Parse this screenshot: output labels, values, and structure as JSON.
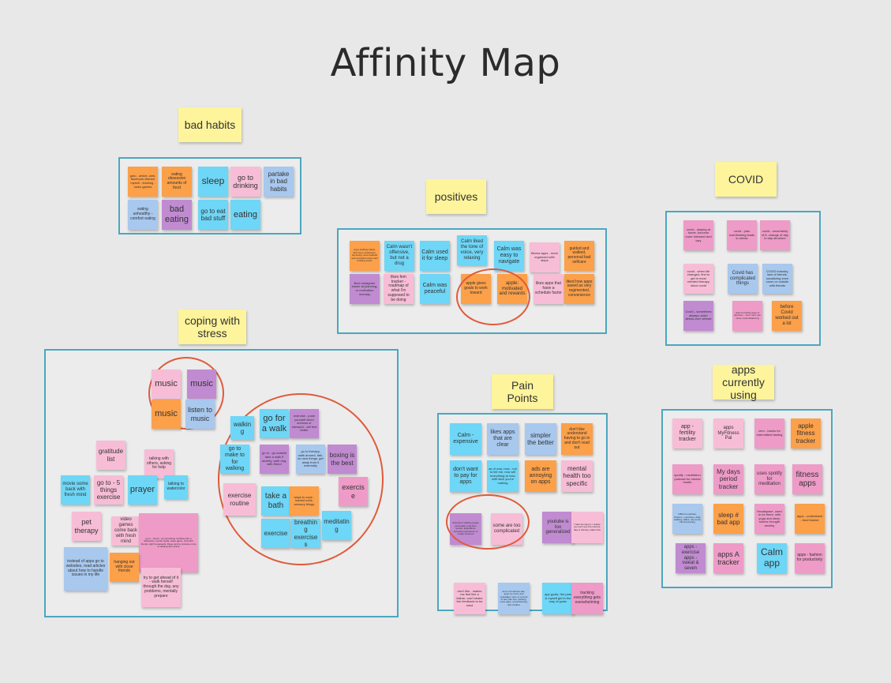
{
  "page": {
    "title": "Affinity Map"
  },
  "colors": {
    "frame": "#4aa7c0",
    "circle": "#e05a3a",
    "label": "#fdf49b",
    "orange": "#fca049",
    "blue": "#6ed6f6",
    "pink": "#f7bdd6",
    "purple": "#c08bd0",
    "lightblue": "#a8c8ee",
    "magenta": "#ee9bc8"
  },
  "groups": {
    "bad_habits": {
      "label": "bad habits",
      "notes": [
        "goto - article, web, facebook distract myself - thinking - video games",
        "eating obsessive amounts of food",
        "sleep",
        "go to drinking",
        "partake in bad habits",
        "eating unhealthy - comfort eating",
        "bad eating",
        "go to eat bad stuff",
        "eating"
      ]
    },
    "positives": {
      "label": "positives",
      "notes": [
        "enjoy building habits, with some assistance, becoming more habitual and reminders helps with building stress",
        "Calm wasn't offensive, but not a drug",
        "Calm used it for sleep",
        "Calm liked the tone of voice, very relaxing",
        "Calm was easy to navigate",
        "fitness apps - more organized with steps",
        "guided and walked, personal bad selfcare",
        "likes instagram easier at planning, or motivation monday",
        "likes fem tracker - roadmap of what I'm supposed to be doing",
        "Calm was peaceful",
        "apple gives goals to work toward",
        "apple: motivated and rewards",
        "likes apps that have a schedule factor",
        "liked how apps saved as very regimented, convenience"
      ]
    },
    "covid": {
      "label": "COVID",
      "notes": [
        "covid - staying at home, become more stressed and lazy",
        "covid - plan overthinking leads to stress",
        "covid - uncertainty of it, change of day to day structure",
        "covid - when life changed, find to get in most needed therapy since covid",
        "Covid has complicated things",
        "COVID industry, lack of friends, socializing even zoom or outside with friends",
        "Covid - sometimes always under stress over vehicle",
        "used to finding ways to destress - now I can't use since covid distancing",
        "before Covid worked out a lot"
      ]
    },
    "coping": {
      "label": "coping with stress",
      "notes": [
        "music",
        "music",
        "music",
        "listen to music",
        "walking",
        "go for a walk",
        "exercise - push yourself when anxious or stressed - will feel better",
        "gratitude list",
        "talking with others, asking for help",
        "go to - go outside take a walk if anxiety, walk dog, with friend",
        "go to therapy, walk around, talk, do new things, get away from it externally",
        "boxing is the best",
        "go to make to for walking",
        "movie some back with fresh mind",
        "go to - 5 things exercise",
        "prayer",
        "talking to watercolor",
        "exercise routine",
        "take a bath",
        "ways to cope - loaded code, sensory things",
        "exercise",
        "pet therapy",
        "video games come back with fresh mind",
        "go to - heard - do something mindless like a distraction, social media, video game, chat with friends, light housework, these tend to produce more of dealing with stress",
        "exercise",
        "breathing exercises",
        "meditating",
        "instead of apps go to websites, read articles about how to handle issues in my life",
        "hanging out with close friends",
        "try to get ahead of it - walk herself through the day, any problems, mentally prepare"
      ]
    },
    "pain_points": {
      "label": "Pain Points",
      "notes": [
        "Calm - expensive",
        "likes apps that are clear",
        "simpler the better",
        "don't like understand having to go in and don't read out",
        "don't want to pay for apps",
        "as of now, how - not to tell me, now will everything at now, with stick you're making",
        "ads are annoying on apps",
        "mental health too specific",
        "directions making people personally, long-time mentor, aspirations, schedule experience to create structure",
        "some are too complicated",
        "youtube is too generalized",
        "I hate the layout, I realize you can't see the content, take a therapy, adjust this",
        "don't like - makes me feel like a failure, can't shake the feedback to be mind",
        "don't suit without ads, apps no-mind, and nowadays more of a trend to feel, like lost, tracking, more apps, overwhelming, don't bother",
        "app goals, the past & myself get in the way of goals",
        "tracking everything gets overwhelming"
      ]
    },
    "apps": {
      "label": "apps currently using",
      "notes": [
        "app - fertility tracker",
        "apps MyFitness Pal",
        "zero - tracks for intermittent fasting",
        "apple fitness tracker",
        "spotify - meditation podcast for mental health",
        "My days period tracker",
        "uses spotify for meditation",
        "fitness apps",
        "NBA fun podcast, Peloton - exercises, daily walking, tallies, use some blood pumping",
        "sleep # bad app",
        "Headspace, used to be there, with yoga and sleep stories brought anxiety",
        "apps - understand - food tracker",
        "apps - exercise apps - sweat & seven",
        "apps A tracker",
        "Calm app",
        "apps - fashion for productivity"
      ]
    }
  }
}
